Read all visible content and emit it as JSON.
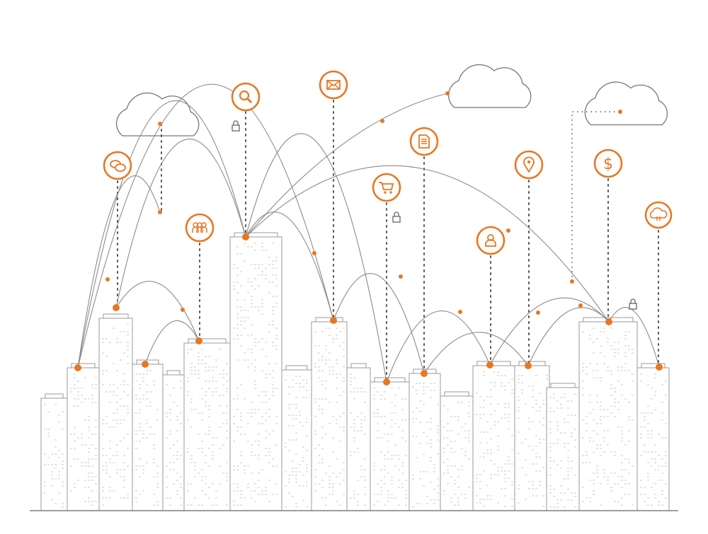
{
  "illustration": {
    "theme": "connected-city-network",
    "colors": {
      "accent": "#E87722",
      "line": "#8a8a8a",
      "building_stroke": "#9a9a9a",
      "building_fill": "#ffffff",
      "window": "#e4e4e4"
    },
    "icons": [
      "chat-icon",
      "search-icon",
      "mail-icon",
      "document-icon",
      "shopping-cart-icon",
      "people-icon",
      "user-icon",
      "location-pin-icon",
      "dollar-icon",
      "cloud-sync-icon"
    ],
    "clouds": 3,
    "locks": 3
  }
}
